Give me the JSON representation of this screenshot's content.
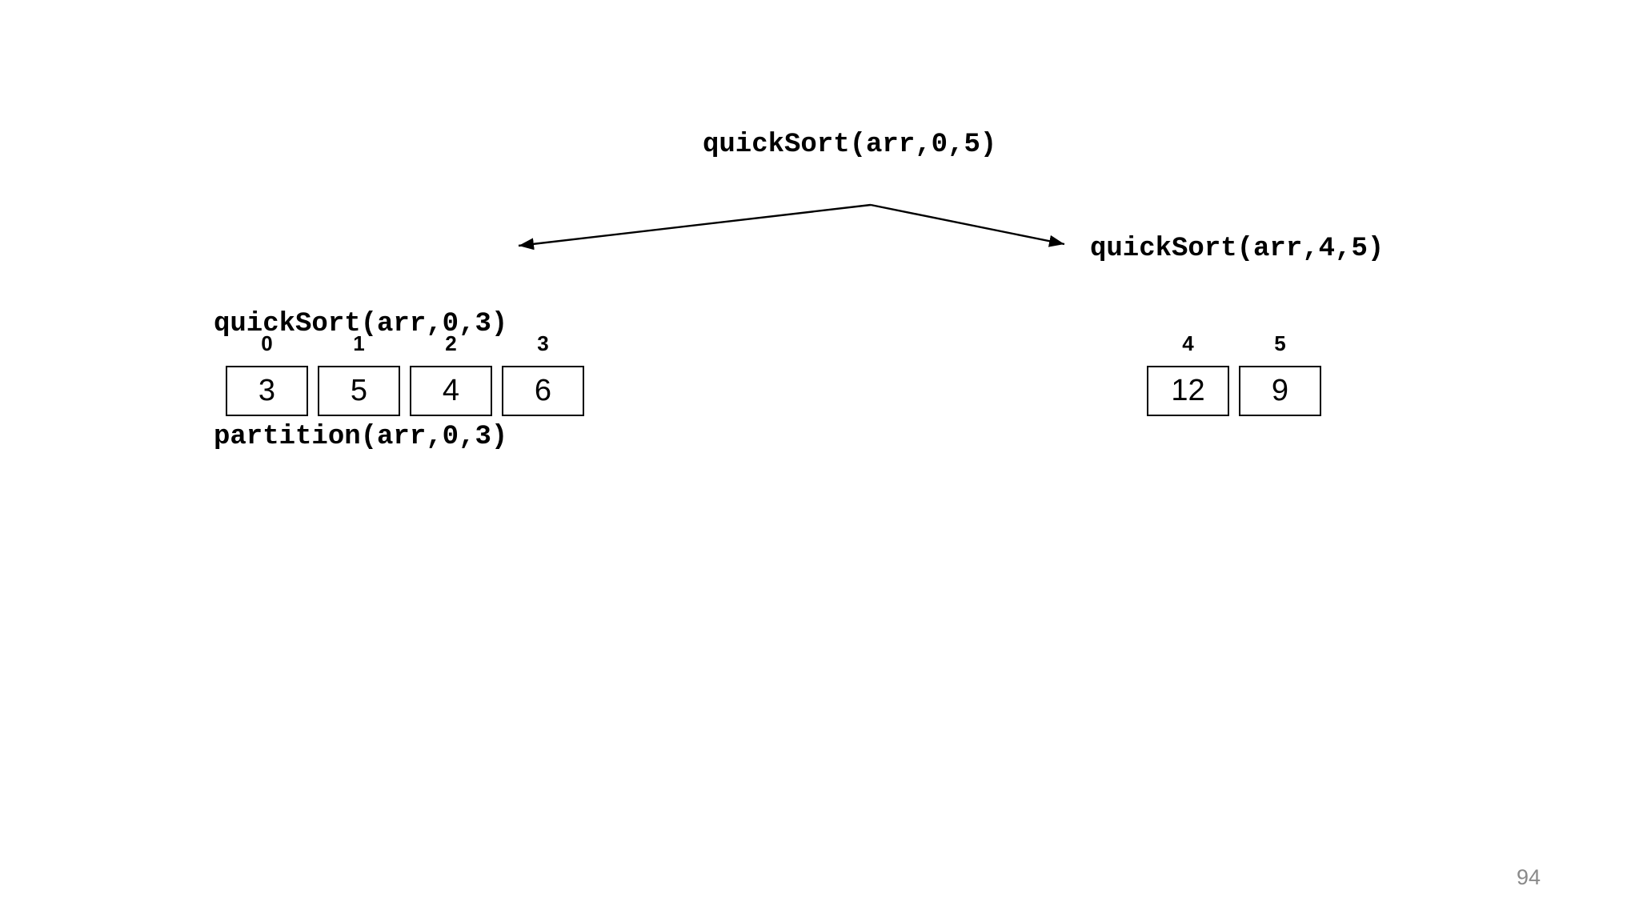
{
  "page": {
    "background": "#ffffff",
    "number": "94"
  },
  "colors": {
    "text": "#000000",
    "box_border": "#000000",
    "arrow": "#000000",
    "page_number": "#8a8a8a"
  },
  "diagram": {
    "root": {
      "label": "quickSort(arr,0,5)"
    },
    "left": {
      "labels": [
        "quickSort(arr,0,3)",
        "partition(arr,0,3)"
      ],
      "array": {
        "indices": [
          "0",
          "1",
          "2",
          "3"
        ],
        "values": [
          "3",
          "5",
          "4",
          "6"
        ]
      }
    },
    "right": {
      "labels": [
        "quickSort(arr,4,5)"
      ],
      "array": {
        "indices": [
          "4",
          "5"
        ],
        "values": [
          "12",
          "9"
        ]
      }
    }
  }
}
